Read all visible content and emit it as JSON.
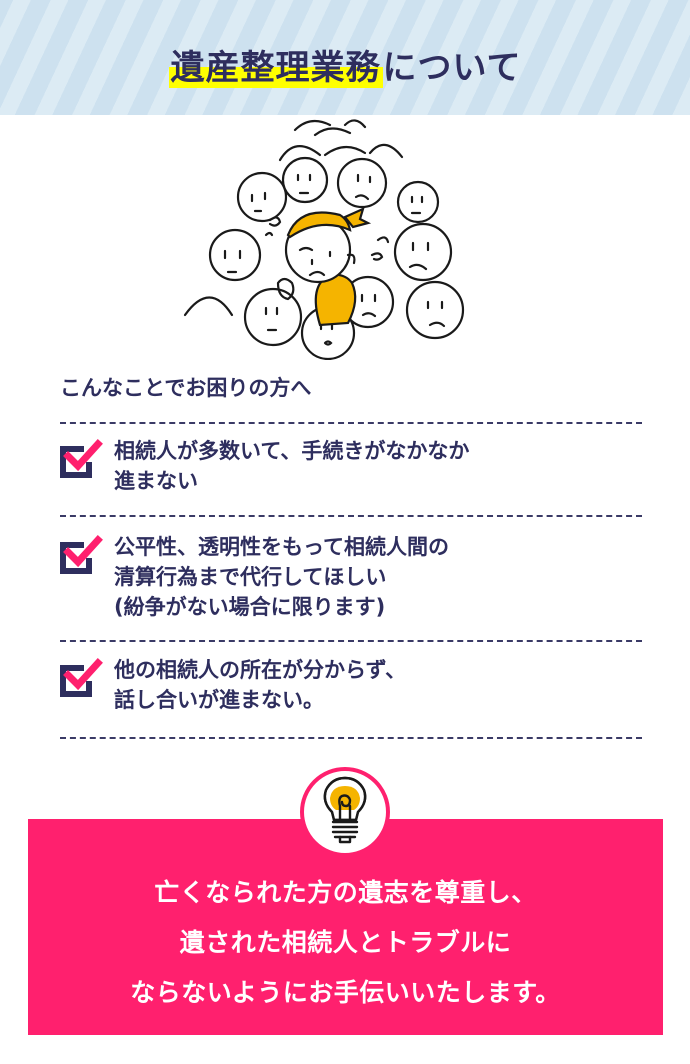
{
  "header": {
    "title_highlighted": "遺産整理業務",
    "title_rest": "について",
    "highlight_color": "#ffff00",
    "stripe_colors": [
      "#dcebf4",
      "#cde1ef"
    ]
  },
  "illustration": {
    "description": "crowd of doodled faces surrounding a worried person with yellow bandana",
    "accent_color": "#f5b400"
  },
  "intro": {
    "label": "こんなことでお困りの方へ"
  },
  "checklist": {
    "icon": "checkbox-checked-icon",
    "check_color": "#ff206e",
    "box_color": "#2e2e5e",
    "items": [
      {
        "text": "相続人が多数いて、手続きがなかなか\n進まない"
      },
      {
        "text": "公平性、透明性をもって相続人間の\n清算行為まで代行してほしい\n(紛争がない場合に限ります)"
      },
      {
        "text": "他の相続人の所在が分からず、\n話し合いが進まない。"
      }
    ]
  },
  "callout": {
    "icon": "lightbulb-icon",
    "background_color": "#ff206e",
    "lines": [
      "亡くなられた方の遺志を尊重し、",
      "遺された相続人とトラブルに",
      "ならないようにお手伝いいたします。"
    ]
  }
}
